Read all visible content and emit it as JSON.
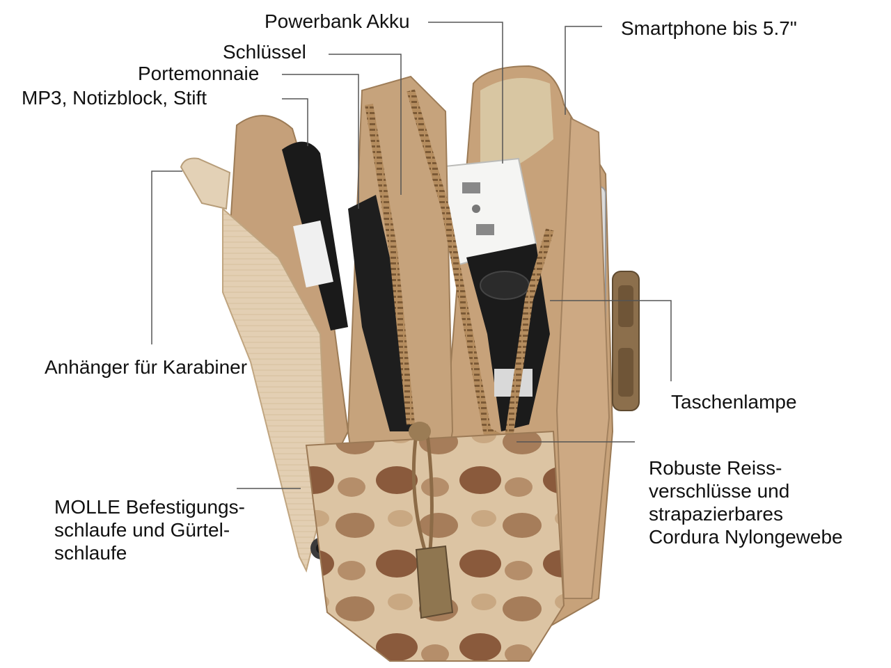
{
  "labels": {
    "powerbank": "Powerbank Akku",
    "smartphone": "Smartphone bis 5.7\"",
    "schluessel": "Schlüssel",
    "portemonnaie": "Portemonnaie",
    "mp3": "MP3, Notizblock, Stift",
    "anhaenger": "Anhänger für Karabiner",
    "taschenlampe": "Taschenlampe",
    "robuste": [
      "Robuste Reiss-",
      "verschlüsse und",
      "strapazierbares",
      "Cordura Nylongewebe"
    ],
    "molle": [
      "MOLLE Befestigungs-",
      "schlaufe und Gürtel-",
      "schlaufe"
    ]
  },
  "colors": {
    "background": "#ffffff",
    "text": "#111111",
    "leader_line": "#555555",
    "khaki": "#c4a17a",
    "khaki_dark": "#8f6d47",
    "beige_webbing": "#e6d3b8",
    "camo_brown": "#8a5a3c",
    "camo_light": "#d9c0a0",
    "powerbank_white": "#f4f4f2",
    "flashlight_black": "#1b1b1b",
    "phone_silver": "#d8d8d8"
  }
}
